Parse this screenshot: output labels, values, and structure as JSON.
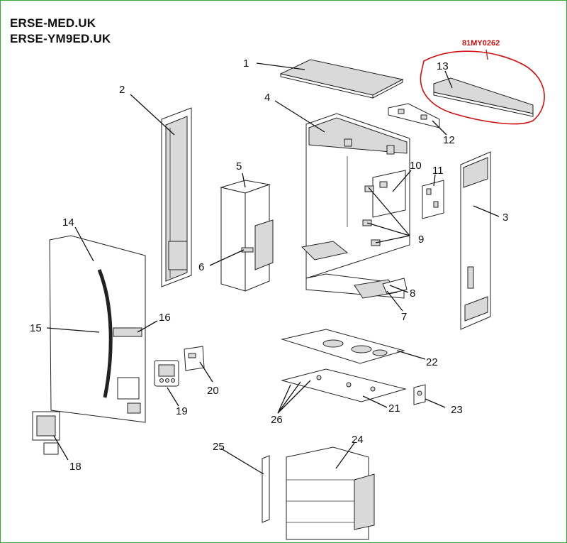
{
  "header": {
    "line1": "ERSE-MED.UK",
    "line2": "ERSE-YM9ED.UK"
  },
  "highlight": {
    "ref_code": "81MY0262",
    "color": "#d01010"
  },
  "callouts": [
    "1",
    "2",
    "3",
    "4",
    "5",
    "6",
    "7",
    "8",
    "9",
    "10",
    "11",
    "12",
    "13",
    "14",
    "15",
    "16",
    "18",
    "19",
    "20",
    "21",
    "22",
    "23",
    "24",
    "25",
    "26"
  ],
  "colors": {
    "frame": "#3aa935",
    "line": "#222222"
  }
}
